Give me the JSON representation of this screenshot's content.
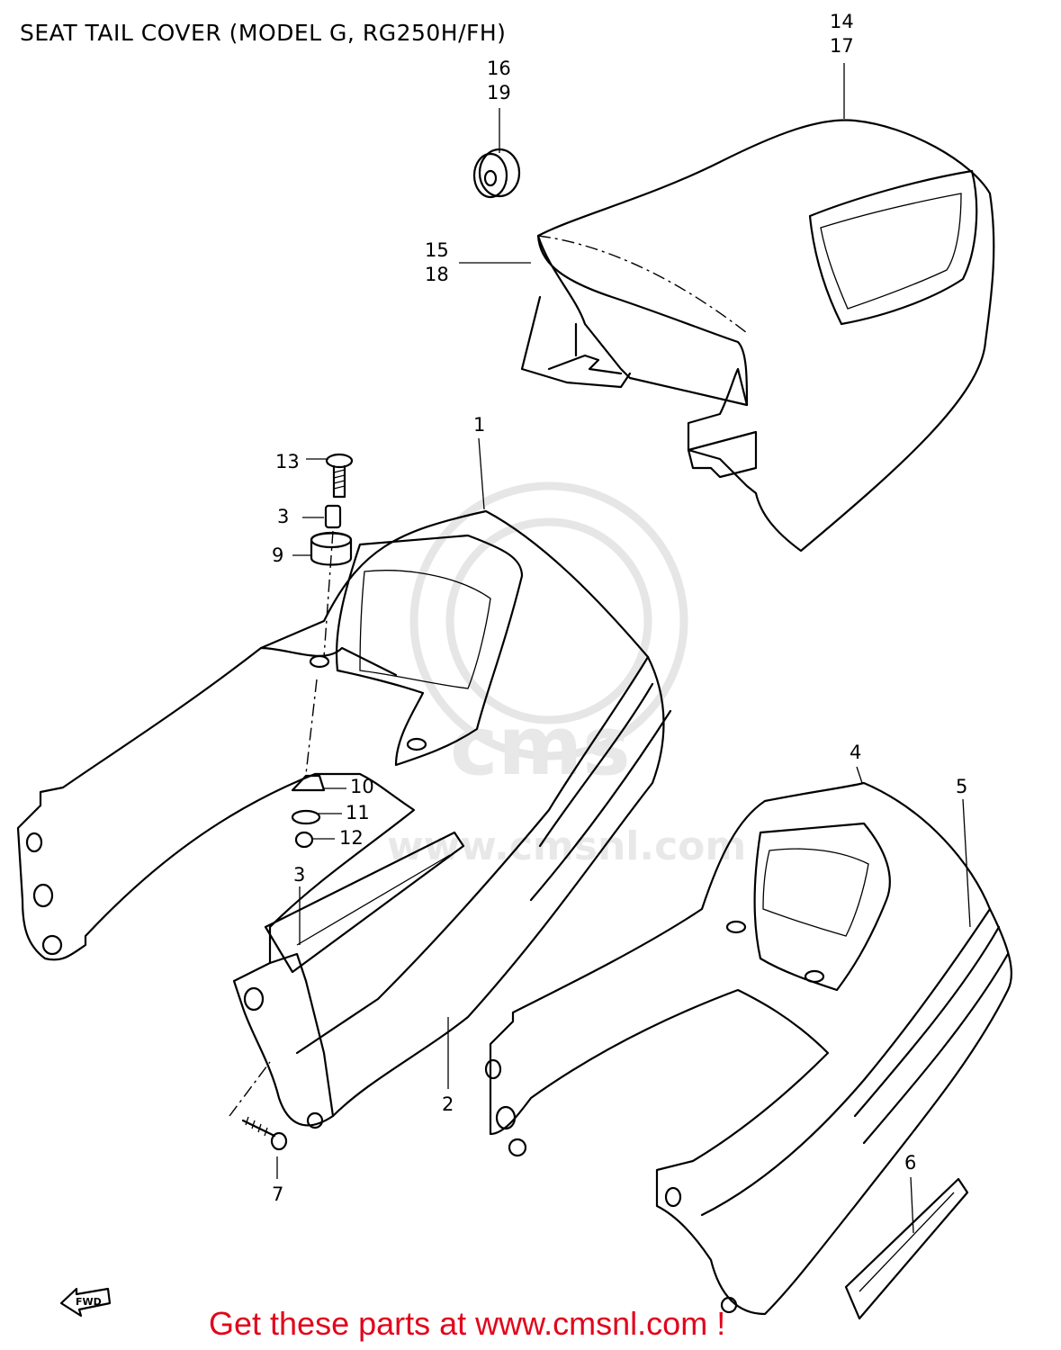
{
  "title": "SEAT TAIL COVER (MODEL G, RG250H/FH)",
  "callouts": {
    "c14_17": [
      "14",
      "17"
    ],
    "c16_19": [
      "16",
      "19"
    ],
    "c15_18": [
      "15",
      "18"
    ],
    "c1": "1",
    "c13": "13",
    "c3a": "3",
    "c9": "9",
    "c10": "10",
    "c11": "11",
    "c12": "12",
    "c3b": "3",
    "c2": "2",
    "c7": "7",
    "c4": "4",
    "c5": "5",
    "c6": "6"
  },
  "fwd_label": "FWD",
  "footer": "Get these parts at www.cmsnl.com !",
  "watermark": {
    "text": "www.cmsnl.com",
    "logo": "cms"
  },
  "colors": {
    "footer_text": "#e1061c",
    "line_art": "#000000",
    "watermark": "#e6e6e6"
  }
}
